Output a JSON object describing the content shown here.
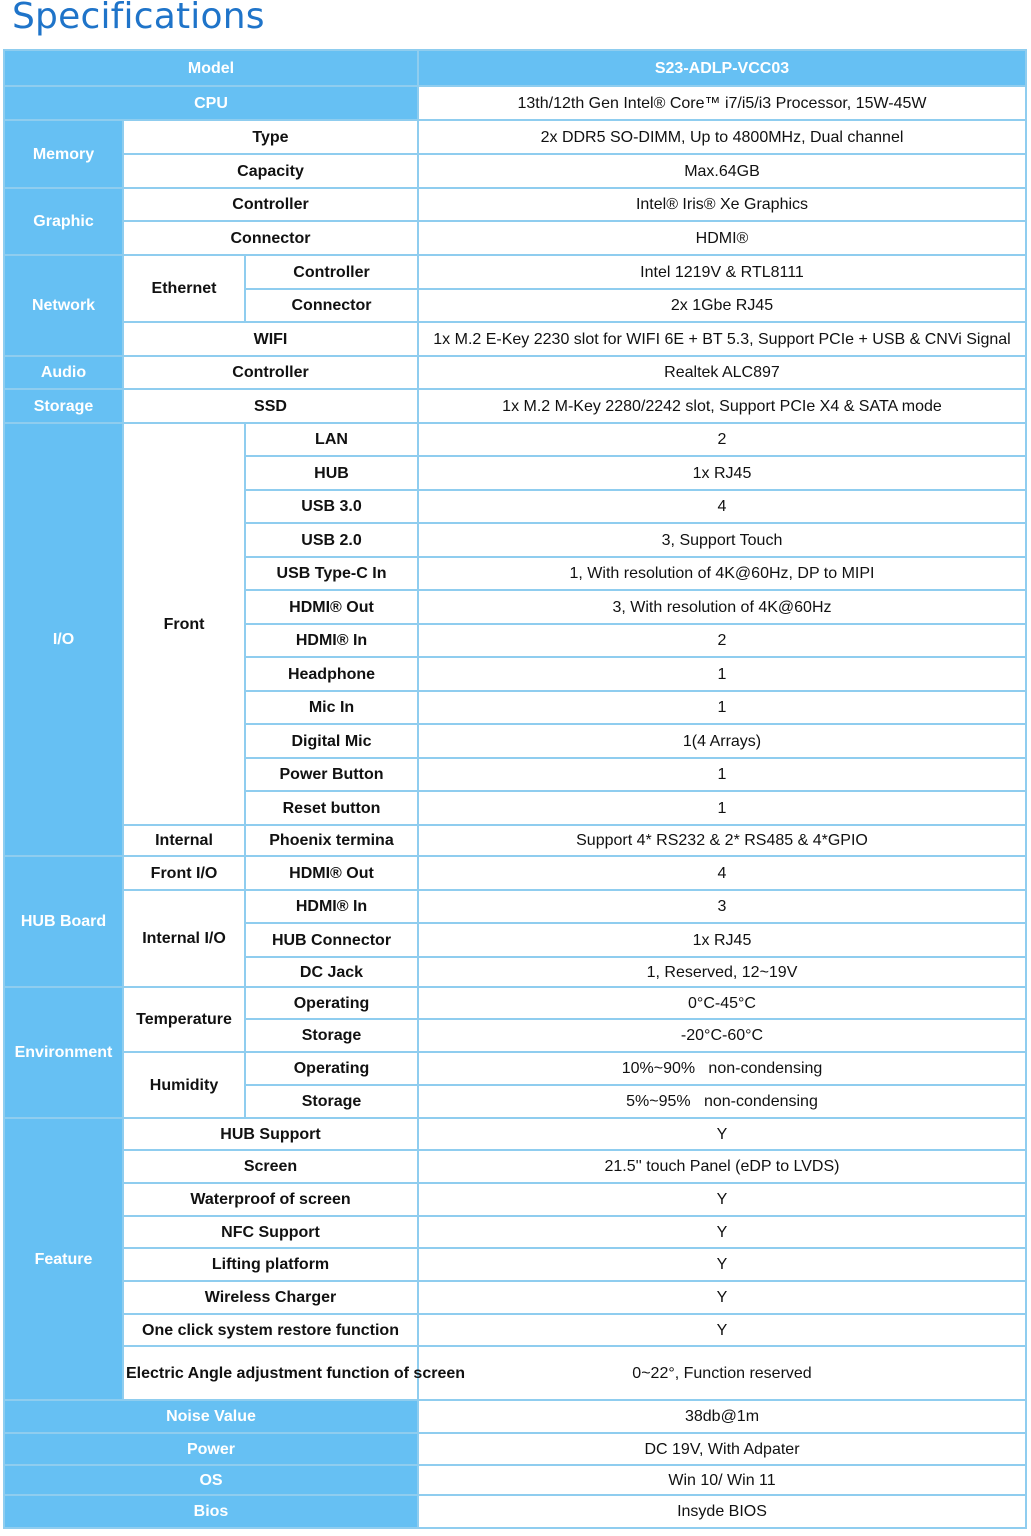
{
  "title": "Specifications",
  "header": {
    "model_label": "Model",
    "model_value": "S23-ADLP-VCC03"
  },
  "cpu": {
    "label": "CPU",
    "value": "13th/12th Gen Intel® Core™ i7/i5/i3 Processor, 15W-45W"
  },
  "memory": {
    "label": "Memory",
    "type_label": "Type",
    "type_value": "2x DDR5 SO-DIMM, Up to 4800MHz, Dual channel",
    "capacity_label": "Capacity",
    "capacity_value": "Max.64GB"
  },
  "graphic": {
    "label": "Graphic",
    "controller_label": "Controller",
    "controller_value": "Intel® Iris® Xe Graphics",
    "connector_label": "Connector",
    "connector_value": "HDMI®"
  },
  "network": {
    "label": "Network",
    "ethernet_label": "Ethernet",
    "controller_label": "Controller",
    "controller_value": "Intel 1219V & RTL8111",
    "connector_label": "Connector",
    "connector_value": "2x 1Gbe RJ45",
    "wifi_label": "WIFI",
    "wifi_value": "1x M.2 E-Key 2230 slot for WIFI 6E + BT 5.3, Support PCIe + USB & CNVi Signal"
  },
  "audio": {
    "label": "Audio",
    "controller_label": "Controller",
    "controller_value": "Realtek ALC897"
  },
  "storage": {
    "label": "Storage",
    "ssd_label": "SSD",
    "ssd_value": "1x M.2 M-Key 2280/2242 slot, Support PCIe X4 & SATA mode"
  },
  "io": {
    "label": "I/O",
    "front_label": "Front",
    "front": [
      {
        "label": "LAN",
        "value": "2"
      },
      {
        "label": "HUB",
        "value": "1x RJ45"
      },
      {
        "label": "USB 3.0",
        "value": "4"
      },
      {
        "label": "USB 2.0",
        "value": "3, Support Touch"
      },
      {
        "label": "USB Type-C In",
        "value": "1, With resolution of 4K@60Hz, DP to MIPI"
      },
      {
        "label": "HDMI® Out",
        "value": "3, With resolution of 4K@60Hz"
      },
      {
        "label": "HDMI® In",
        "value": "2"
      },
      {
        "label": "Headphone",
        "value": "1"
      },
      {
        "label": "Mic In",
        "value": "1"
      },
      {
        "label": "Digital Mic",
        "value": "1(4 Arrays)"
      },
      {
        "label": "Power Button",
        "value": "1"
      },
      {
        "label": "Reset button",
        "value": "1"
      }
    ],
    "internal_label": "Internal",
    "internal": {
      "label": "Phoenix termina",
      "value": "Support 4* RS232 & 2* RS485 & 4*GPIO"
    }
  },
  "hub_board": {
    "label": "HUB Board",
    "front_io_label": "Front I/O",
    "front_io": {
      "label": "HDMI® Out",
      "value": "4"
    },
    "internal_io_label": "Internal I/O",
    "internal_io": [
      {
        "label": "HDMI® In",
        "value": "3"
      },
      {
        "label": "HUB Connector",
        "value": "1x RJ45"
      },
      {
        "label": "DC Jack",
        "value": "1, Reserved, 12~19V"
      }
    ]
  },
  "environment": {
    "label": "Environment",
    "temperature_label": "Temperature",
    "temperature": [
      {
        "label": "Operating",
        "value": "0°C-45°C"
      },
      {
        "label": "Storage",
        "value": "-20°C-60°C"
      }
    ],
    "humidity_label": "Humidity",
    "humidity": [
      {
        "label": "Operating",
        "value": "10%~90%   non-condensing"
      },
      {
        "label": "Storage",
        "value": "5%~95%   non-condensing"
      }
    ]
  },
  "feature": {
    "label": "Feature",
    "items": [
      {
        "label": "HUB Support",
        "value": "Y"
      },
      {
        "label": "Screen",
        "value": "21.5'' touch Panel (eDP to LVDS)"
      },
      {
        "label": "Waterproof of screen",
        "value": "Y"
      },
      {
        "label": "NFC Support",
        "value": "Y"
      },
      {
        "label": "Lifting platform",
        "value": "Y"
      },
      {
        "label": "Wireless Charger",
        "value": "Y"
      },
      {
        "label": "One click system restore function",
        "value": "Y"
      },
      {
        "label": "Electric Angle adjustment function of screen",
        "value": "0~22°, Function reserved"
      }
    ]
  },
  "noise": {
    "label": "Noise Value",
    "value": "38db@1m"
  },
  "power": {
    "label": "Power",
    "value": "DC 19V, With Adpater"
  },
  "os": {
    "label": "OS",
    "value": "Win 10/ Win 11"
  },
  "bios": {
    "label": "Bios",
    "value": "Insyde BIOS"
  },
  "colors": {
    "title": "#1f74c9",
    "header_fill": "#66c0f3",
    "border": "#8fcdef"
  }
}
